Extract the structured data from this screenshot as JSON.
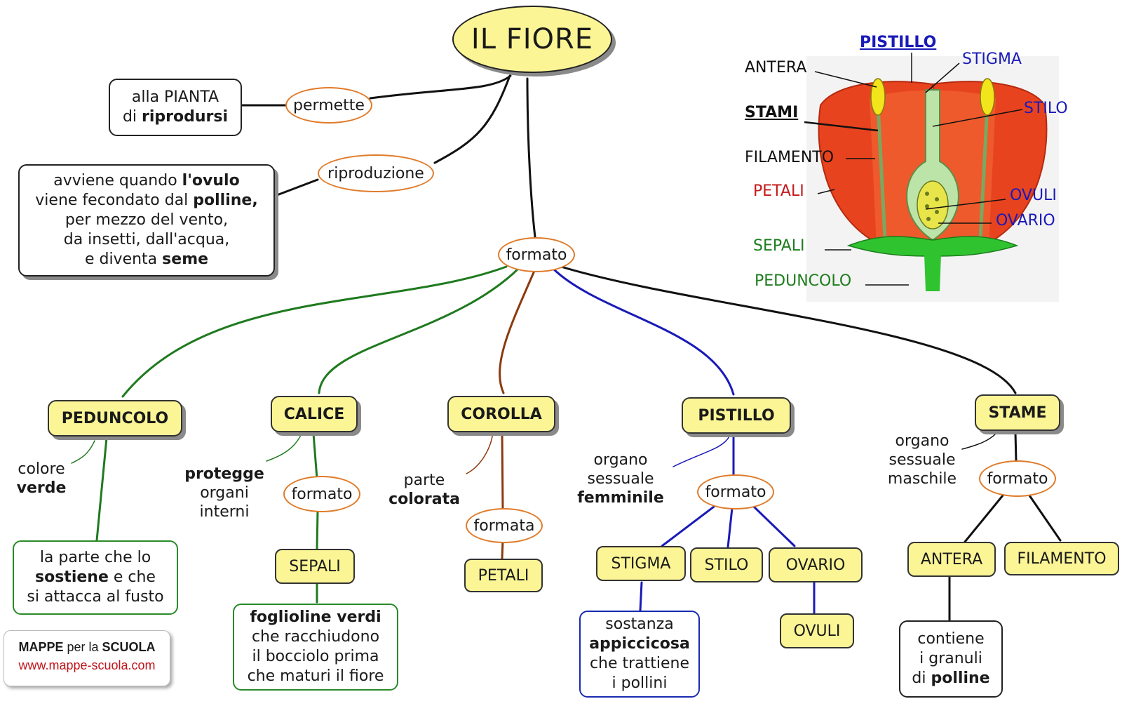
{
  "title": "IL FIORE",
  "connectors": {
    "permette": "permette",
    "riproduzione": "riproduzione",
    "formato_main": "formato",
    "formato_calice": "formato",
    "formata_corolla": "formata",
    "formato_pistillo": "formato",
    "formato_stame": "formato"
  },
  "pianta_box": {
    "line1": "alla PIANTA",
    "line2_pre": "di ",
    "line2_bold": "riprodursi"
  },
  "riproduzione_box": {
    "l1_pre": "avviene quando ",
    "l1_bold": "l'ovulo",
    "l2_pre": "viene fecondato dal ",
    "l2_bold": "polline,",
    "l3": "per mezzo del vento,",
    "l4": "da insetti, dall'acqua,",
    "l5_pre": "e diventa ",
    "l5_bold": "seme"
  },
  "nodes": {
    "peduncolo": "PEDUNCOLO",
    "calice": "CALICE",
    "corolla": "COROLLA",
    "pistillo": "PISTILLO",
    "stame": "STAME"
  },
  "subnodes": {
    "sepali": "SEPALI",
    "petali": "PETALI",
    "stigma": "STIGMA",
    "stilo": "STILO",
    "ovario": "OVARIO",
    "ovuli": "OVULI",
    "antera": "ANTERA",
    "filamento": "FILAMENTO"
  },
  "labels": {
    "colore": "colore",
    "verde": "verde",
    "protegge": "protegge",
    "organi": "organi",
    "interni": "interni",
    "parte": "parte",
    "colorata": "colorata",
    "organo_f": "organo",
    "sessuale_f": "sessuale",
    "femminile": "femminile",
    "organo_m": "organo",
    "sessuale_m": "sessuale",
    "maschile": "maschile"
  },
  "peduncolo_box": {
    "l1": "la parte che lo",
    "l2_bold": "sostiene",
    "l2_post": " e che",
    "l3": "si attacca al fusto"
  },
  "sepali_box": {
    "l1_bold": "foglioline verdi",
    "l2": "che racchiudono",
    "l3": "il bocciolo prima",
    "l4": "che maturi il fiore"
  },
  "stigma_box": {
    "l1": "sostanza",
    "l2_bold": "appiccicosa",
    "l3": "che trattiene",
    "l4": "i pollini"
  },
  "antera_box": {
    "l1": "contiene",
    "l2": "i granuli",
    "l3_pre": "di ",
    "l3_bold": "polline"
  },
  "flower_labels": {
    "pistillo": "PISTILLO",
    "stigma": "STIGMA",
    "antera": "ANTERA",
    "stami": "STAMI",
    "stilo": "STILO",
    "filamento": "FILAMENTO",
    "petali": "PETALI",
    "ovuli": "OVULI",
    "ovario": "OVARIO",
    "sepali": "SEPALI",
    "peduncolo": "PEDUNCOLO"
  },
  "credit": {
    "mappe": "MAPPE",
    "per_la": " per la ",
    "scuola": "SCUOLA",
    "url": "www.mappe-scuola.com"
  },
  "colors": {
    "node_fill": "#fbf596",
    "connector_border": "#e07b2a",
    "green_line": "#1f7a1f",
    "blue_line": "#1a1ab8",
    "brown_line": "#8b3a0f",
    "petal": "#e8431f",
    "sepal": "#2fc42f"
  }
}
